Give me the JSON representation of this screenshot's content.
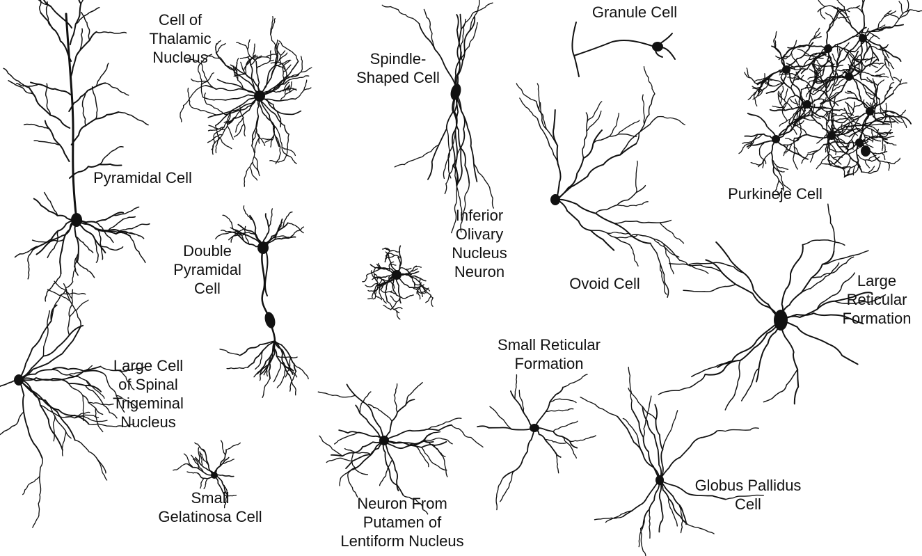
{
  "colors": {
    "ink": "#111111",
    "background": "#ffffff"
  },
  "labels": {
    "pyramidal": "Pyramidal Cell",
    "thalamic": "Cell of\nThalamic\nNucleus",
    "spindle": "Spindle-\nShaped Cell",
    "granule": "Granule Cell",
    "purkinje": "Purkineje Cell",
    "double_pyramidal": "Double\nPyramidal\nCell",
    "inferior_olivary": "Inferior\nOlivary\nNucleus\nNeuron",
    "ovoid": "Ovoid Cell",
    "large_reticular": "Large\nReticular\nFormation",
    "large_spinal": "Large Cell\nof Spinal\nTrigeminal\nNucleus",
    "small_reticular": "Small Reticular\nFormation",
    "small_gelatinosa": "Small\nGelatinosa Cell",
    "putamen": "Neuron From\nPutamen of\nLentiform Nucleus",
    "globus_pallidus": "Globus Pallidus\nCell"
  }
}
